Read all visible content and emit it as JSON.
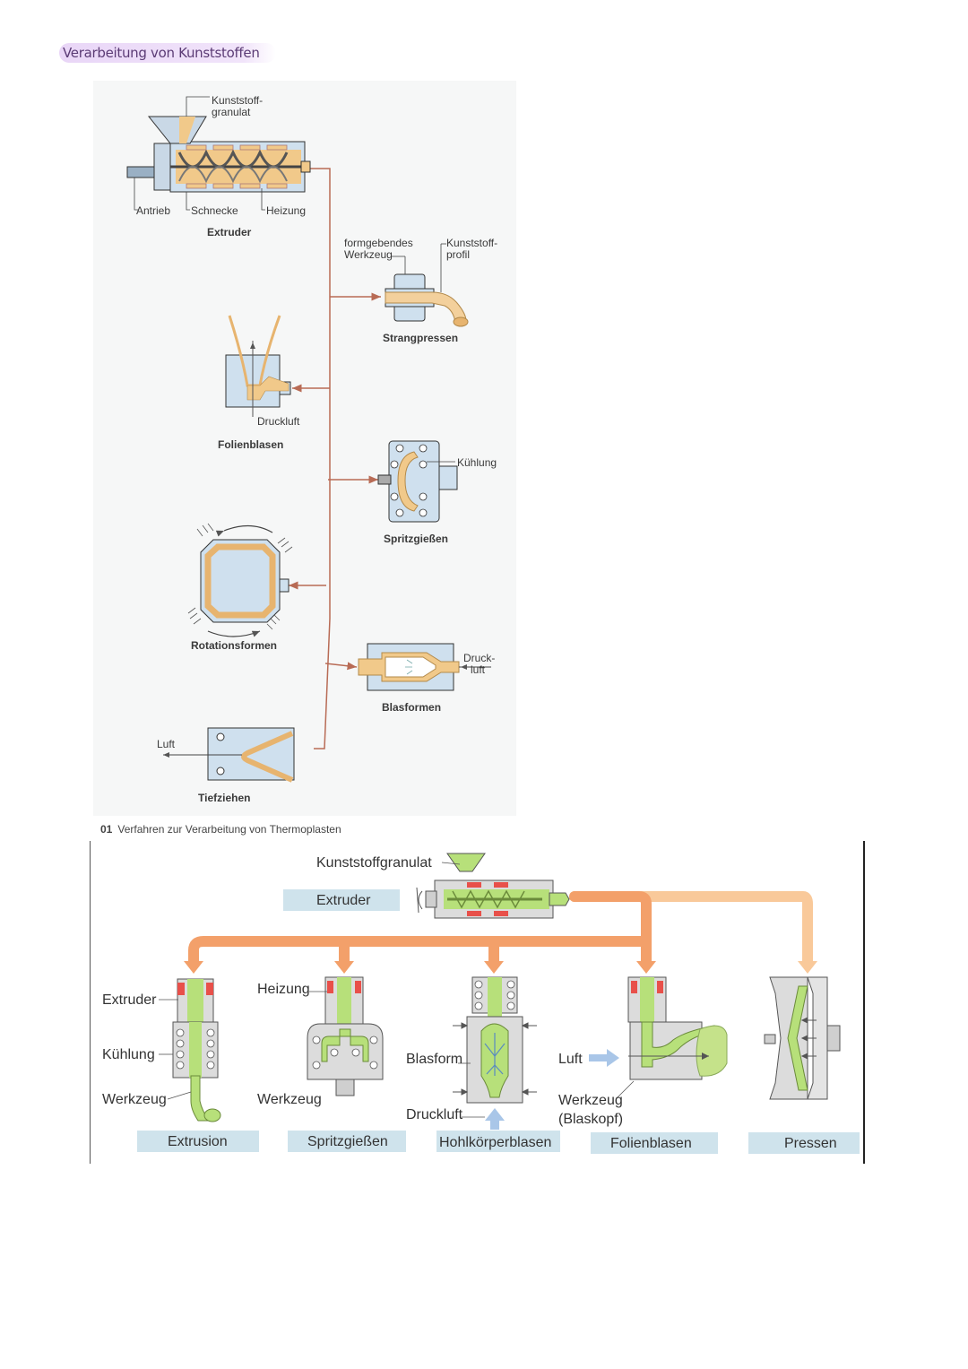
{
  "page": {
    "title": "Verarbeitung von Kunststoffen"
  },
  "figure1": {
    "caption_number": "01",
    "caption_text": "Verfahren zur Verarbeitung von Thermoplasten",
    "extruder": {
      "title": "Extruder",
      "granulat": "Kunststoff-\ngranulat",
      "antrieb": "Antrieb",
      "schnecke": "Schnecke",
      "heizung": "Heizung"
    },
    "strangpressen": {
      "title": "Strangpressen",
      "werkzeug": "formgebendes\nWerkzeug",
      "profil": "Kunststoff-\nprofil"
    },
    "folienblasen": {
      "title": "Folienblasen",
      "druckluft": "Druckluft"
    },
    "spritzgiessen": {
      "title": "Spritzgießen",
      "kuehlung": "Kühlung"
    },
    "rotationsformen": {
      "title": "Rotationsformen"
    },
    "blasformen": {
      "title": "Blasformen",
      "druckluft": "Druck-\nluft"
    },
    "tiefziehen": {
      "title": "Tiefziehen",
      "luft": "Luft"
    }
  },
  "figure2": {
    "granulat": "Kunststoffgranulat",
    "extruder": "Extruder",
    "extrusion": {
      "title": "Extrusion",
      "extruder": "Extruder",
      "kuehlung": "Kühlung",
      "werkzeug": "Werkzeug"
    },
    "spritzgiessen": {
      "title": "Spritzgießen",
      "heizung": "Heizung",
      "werkzeug": "Werkzeug"
    },
    "hohlkoerperblasen": {
      "title": "Hohlkörperblasen",
      "blasform": "Blasform",
      "druckluft": "Druckluft"
    },
    "folienblasen": {
      "title": "Folienblasen",
      "luft": "Luft",
      "werkzeug": "Werkzeug",
      "blaskopf": "(Blaskopf)"
    },
    "pressen": {
      "title": "Pressen"
    }
  },
  "colors": {
    "flow_orange": "#f3a06a",
    "flow_light": "#f9c99a",
    "melt_green": "#b7e07a",
    "mold_blue": "#c9dff0",
    "mold_gray": "#dcdcdc",
    "heater_red": "#e8504a",
    "plastic_tan": "#f1c98a",
    "label_box": "#cfe3ec",
    "arrow_blue": "#a9c6e8"
  }
}
